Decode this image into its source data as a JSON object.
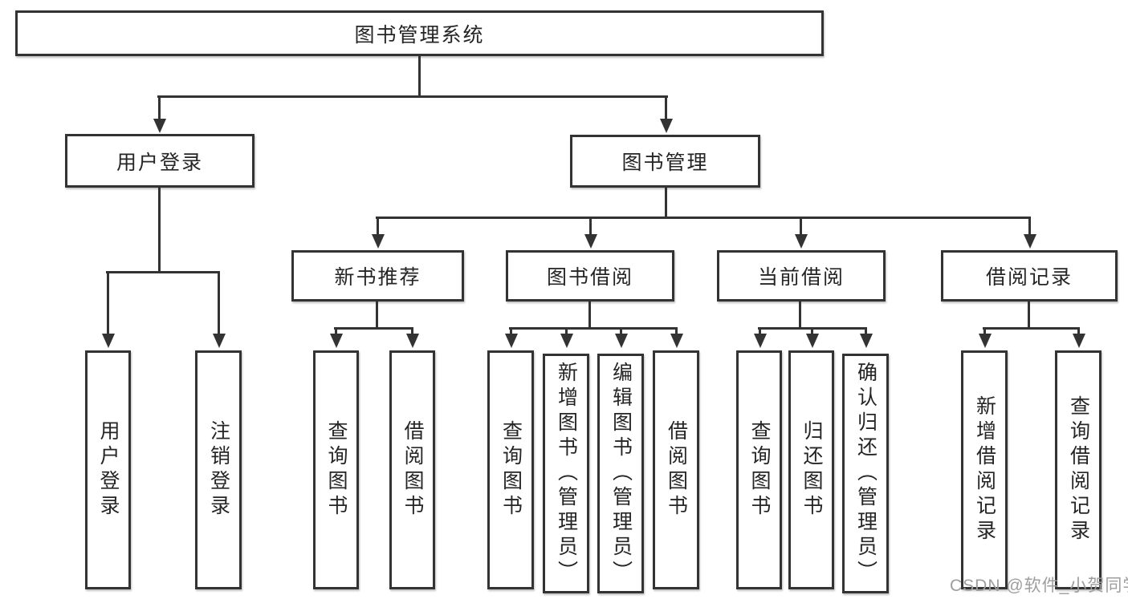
{
  "nodes": {
    "root": "图书管理系统",
    "user_login": "用户登录",
    "book_mgmt": "图书管理",
    "new_book": "新书推荐",
    "book_borrow": "图书借阅",
    "current_borrow": "当前借阅",
    "borrow_records": "借阅记录",
    "ul_login": "用户登录",
    "ul_logout": "注销登录",
    "nb_query": "查询图书",
    "nb_borrow": "借阅图书",
    "bb_query": "查询图书",
    "bb_add": "新增图书（管理员）",
    "bb_edit": "编辑图书（管理员）",
    "bb_borrow": "借阅图书",
    "cb_query": "查询图书",
    "cb_return": "归还图书",
    "cb_confirm": "确认归还（管理员）",
    "br_add": "新增借阅记录",
    "br_query": "查询借阅记录"
  },
  "watermark": "CSDN @软件_小贺同学",
  "colors": {
    "line": "#333333",
    "box_background": "#ffffff",
    "page_background": "#ffffff",
    "text": "#252525",
    "watermark": "#9e9e9e"
  }
}
